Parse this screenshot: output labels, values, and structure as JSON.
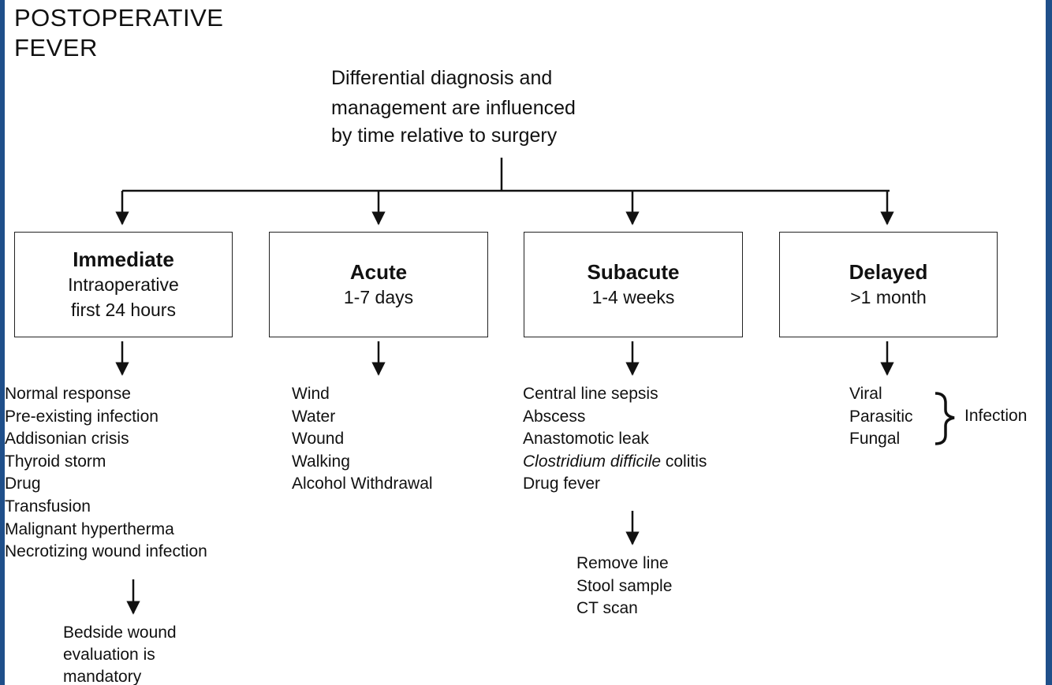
{
  "diagram": {
    "title_line1": "POSTOPERATIVE",
    "title_line2": "FEVER",
    "root_lines": [
      "Differential diagnosis and",
      "management are influenced",
      "by time relative to surgery"
    ],
    "immediate": {
      "heading": "Immediate",
      "line1": "Intraoperative",
      "line2": "first 24 hours",
      "causes": [
        "Normal response",
        "Pre-existing infection",
        "Addisonian crisis",
        "Thyroid storm",
        "Drug",
        "Transfusion",
        "Malignant hypertherma",
        "Necrotizing wound infection"
      ],
      "action": [
        "Bedside wound",
        "evaluation is",
        "mandatory"
      ]
    },
    "acute": {
      "heading": "Acute",
      "line1": "1-7 days",
      "causes": [
        "Wind",
        "Water",
        "Wound",
        "Walking",
        "Alcohol Withdrawal"
      ]
    },
    "subacute": {
      "heading": "Subacute",
      "line1": "1-4 weeks",
      "causes": [
        "Central line sepsis",
        "Abscess",
        "Anastomotic leak"
      ],
      "cause_colitis_italic": "Clostridium difficile",
      "cause_colitis_rest": " colitis",
      "cause_last": "Drug fever",
      "action": [
        "Remove line",
        "Stool sample",
        "CT scan"
      ]
    },
    "delayed": {
      "heading": "Delayed",
      "line1": ">1 month",
      "causes": [
        "Viral",
        "Parasitic",
        "Fungal"
      ],
      "group_label": "Infection"
    }
  }
}
